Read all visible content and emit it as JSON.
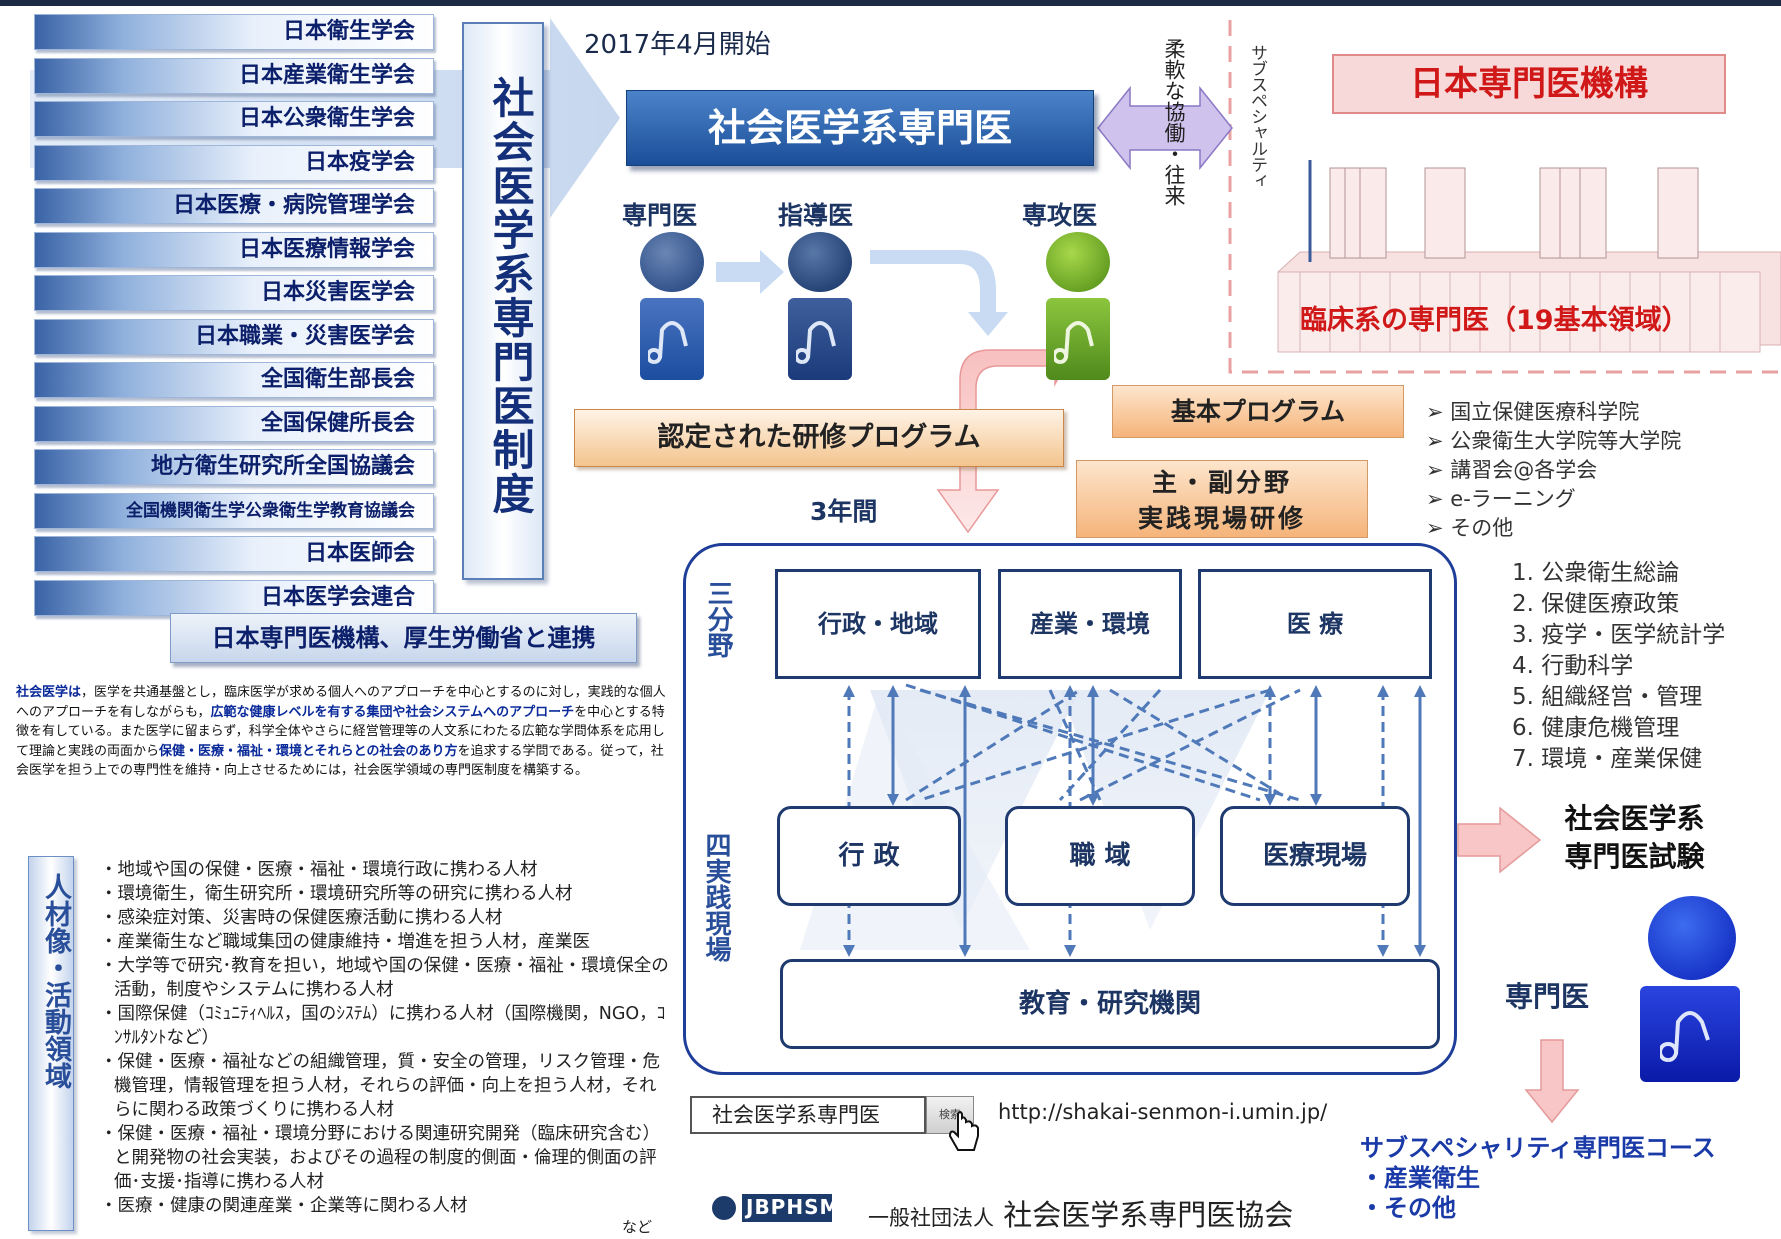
{
  "start_date": "2017年4月開始",
  "societies": [
    {
      "label": "日本衛生学会"
    },
    {
      "label": "日本産業衛生学会"
    },
    {
      "label": "日本公衆衛生学会"
    },
    {
      "label": "日本疫学会"
    },
    {
      "label": "日本医療・病院管理学会"
    },
    {
      "label": "日本医療情報学会"
    },
    {
      "label": "日本災害医学会"
    },
    {
      "label": "日本職業・災害医学会"
    },
    {
      "label": "全国衛生部長会"
    },
    {
      "label": "全国保健所長会"
    },
    {
      "label": "地方衛生研究所全国協議会"
    },
    {
      "label": "全国機関衛生学公衆衛生学教育協議会"
    },
    {
      "label": "日本医師会"
    },
    {
      "label": "日本医学会連合"
    }
  ],
  "system_name": "社会医学系専門医制度",
  "collaboration": "日本専門医機構、厚生労働省と連携",
  "main_title": "社会医学系専門医",
  "roles": {
    "specialist": "専門医",
    "instructor": "指導医",
    "trainee": "専攻医"
  },
  "collab_arrow_text": "柔軟な協働・往来",
  "subspecialty_text": "サブスペシャルティ",
  "jmsb_title": "日本専門医機構",
  "clinical_label": "臨床系の専門医（19基本領域）",
  "certified_program": "認定された研修プログラム",
  "basic_program": "基本プログラム",
  "field_training": {
    "line1": "主・副分野",
    "line2": "実践現場研修"
  },
  "duration": "3年間",
  "three_fields_label": "三分野",
  "practice_label": "四実践現場",
  "fields": [
    "行政・地域",
    "産業・環境",
    "医 療"
  ],
  "sites": [
    "行 政",
    "職 域",
    "医療現場"
  ],
  "education": "教育・研究機関",
  "resources": [
    "国立保健医療科学院",
    "公衆衛生大学院等大学院",
    "講習会@各学会",
    "e-ラーニング",
    "その他"
  ],
  "core_subjects": [
    "1. 公衆衛生総論",
    "2. 保健医療政策",
    "3. 疫学・医学統計学",
    "4. 行動科学",
    "5. 組織経営・管理",
    "6. 健康危機管理",
    "7. 環境・産業保健"
  ],
  "exam": {
    "line1": "社会医学系",
    "line2": "専門医試験"
  },
  "specialist_label": "専門医",
  "subspecialty_course": {
    "title": "サブスペシャリティ専門医コース",
    "items": [
      "・産業衛生",
      "・その他"
    ]
  },
  "description": {
    "p1": "社会医学は",
    "p2": "，医学を共通基盤とし，臨床医学が求める個人へのアプローチを中心とするのに対し，実践的な個人へのアプローチを有しながらも，",
    "p3": "広範な健康レベルを有する集団や社会システムへのアプローチ",
    "p4": "を中心とする特徴を有している。また医学に留まらず，科学全体やさらに経営管理等の人文系にわたる広範な学問体系を応用して理論と実践の両面から",
    "p5": "保健・医療・福祉・環境とそれらとの社会のあり方",
    "p6": "を追求する学問である。従って，社会医学を担う上での専門性を維持・向上させるためには，社会医学領域の専門医制度を構築する。"
  },
  "role_header": "人材像・活動領域",
  "role_items": [
    "地域や国の保健・医療・福祉・環境行政に携わる人材",
    "環境衛生，衛生研究所・環境研究所等の研究に携わる人材",
    "感染症対策、災害時の保健医療活動に携わる人材",
    "産業衛生など職域集団の健康維持・増進を担う人材，産業医",
    "大学等で研究･教育を担い，地域や国の保健・医療・福祉・環境保全の活動，制度やシステムに携わる人材",
    "国際保健（ｺﾐｭﾆﾃｨﾍﾙｽ，国のｼｽﾃﾑ）に携わる人材（国際機関，NGO，ｺﾝｻﾙﾀﾝﾄなど）",
    "保健・医療・福祉などの組織管理，質・安全の管理，リスク管理・危機管理，情報管理を担う人材，それらの評価・向上を担う人材，それらに関わる政策づくりに携わる人材",
    "保健・医療・福祉・環境分野における関連研究開発（臨床研究含む）と開発物の社会実装，およびその過程の制度的側面・倫理的側面の評価･支援･指導に携わる人材",
    "医療・健康の関連産業・企業等に関わる人材"
  ],
  "etc": "など",
  "search": {
    "value": "社会医学系専門医",
    "button": "検索"
  },
  "url": "http://shakai-senmon-i.umin.jp/",
  "org": {
    "prefix": "一般社団法人",
    "name": "社会医学系専門医協会",
    "logo": "JBPHSM"
  }
}
